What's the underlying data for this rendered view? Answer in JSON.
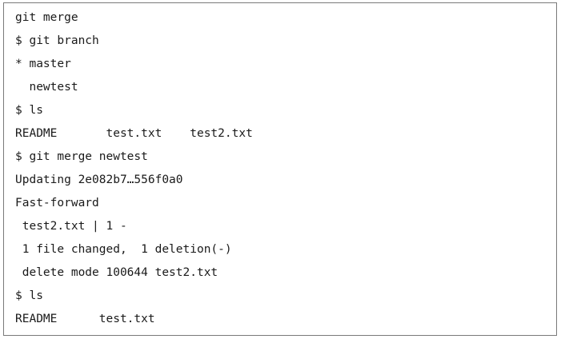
{
  "code_block": {
    "lines": [
      "git merge",
      "$ git branch",
      "* master",
      "  newtest",
      "$ ls",
      "README       test.txt    test2.txt",
      "$ git merge newtest",
      "Updating 2e082b7…556f0a0",
      "Fast-forward",
      " test2.txt | 1 -",
      " 1 file changed,  1 deletion(-)",
      " delete mode 100644 test2.txt",
      "$ ls",
      "README      test.txt"
    ]
  }
}
